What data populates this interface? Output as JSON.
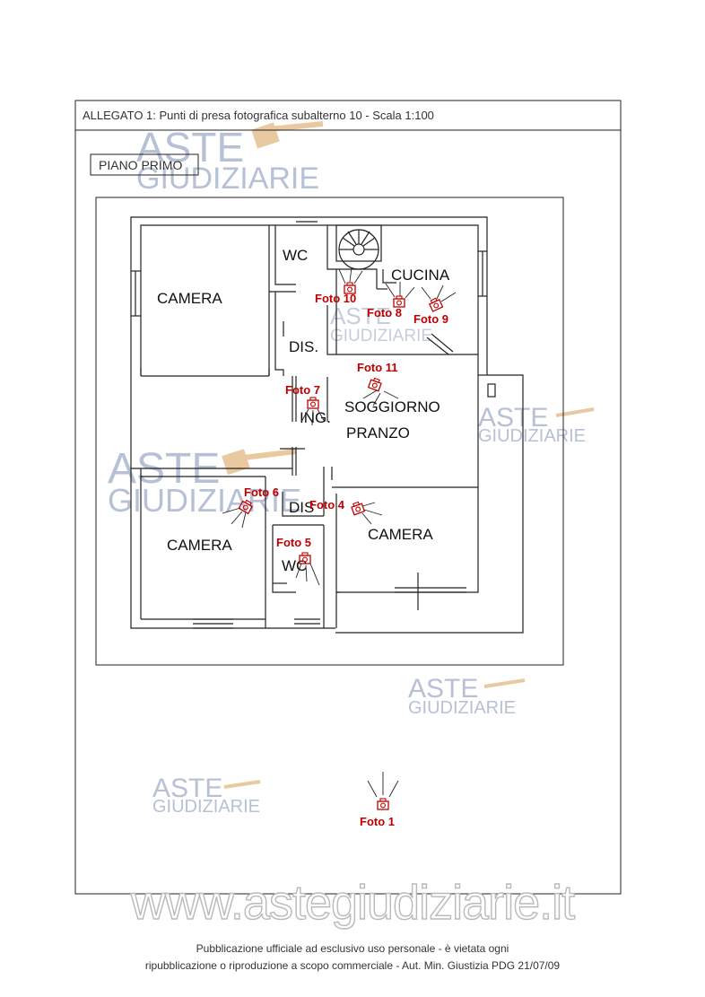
{
  "header": {
    "title": "ALLEGATO 1:  Punti di presa fotografica subalterno 10 - Scala 1:100"
  },
  "floor_label": "PIANO PRIMO",
  "rooms": {
    "camera_nw": "CAMERA",
    "wc_top": "WC",
    "cucina": "CUCINA",
    "dis_top": "DIS.",
    "ing": "ING.",
    "soggiorno": "SOGGIORNO",
    "pranzo": "PRANZO",
    "camera_sw": "CAMERA",
    "dis_bottom": "DIS",
    "wc_bottom": "WC",
    "camera_se": "CAMERA"
  },
  "photo_labels": {
    "foto10": "Foto 10",
    "foto8": "Foto 8",
    "foto9": "Foto 9",
    "foto11": "Foto 11",
    "foto7": "Foto 7",
    "foto6": "Foto 6",
    "foto4": "Foto 4",
    "foto5": "Foto 5",
    "foto1": "Foto 1"
  },
  "watermark": {
    "aste": "ASTE",
    "giudiziarie": "GIUDIZIARIE",
    "site": "www.astegiudiziarie.it"
  },
  "footer": {
    "line1": "Pubblicazione ufficiale ad esclusivo uso personale - è vietata ogni",
    "line2": "ripubblicazione o riproduzione a scopo commerciale - Aut. Min. Giustizia PDG 21/07/09"
  },
  "colors": {
    "line": "#222222",
    "photo_red": "#c00000",
    "watermark": "#b7c1d6",
    "gavel": "#e8c9a0"
  }
}
